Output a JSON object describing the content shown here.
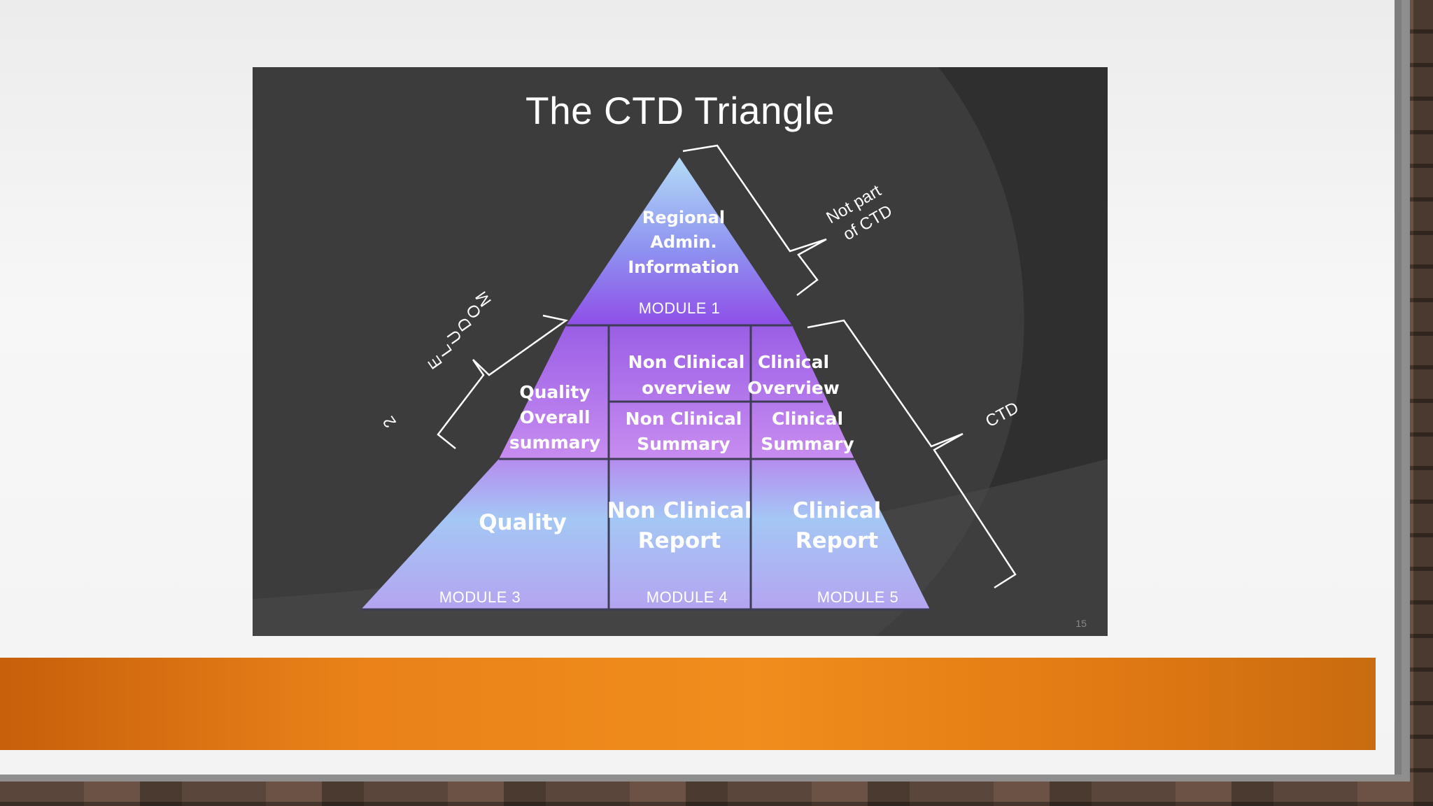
{
  "slide": {
    "title": "The CTD Triangle",
    "page_number": "15"
  },
  "pyramid": {
    "apex": {
      "line1": "Regional",
      "line2": "Admin.",
      "line3": "Information",
      "module": "MODULE 1"
    },
    "module2_cells": {
      "quality_overall_summary": [
        "Quality",
        "Overall",
        "summary"
      ],
      "nonclinical_overview": [
        "Non Clinical",
        "overview"
      ],
      "clinical_overview": [
        "Clinical",
        "Overview"
      ],
      "nonclinical_summary": [
        "Non Clinical",
        "Summary"
      ],
      "clinical_summary": [
        "Clinical",
        "Summary"
      ]
    },
    "base_cells": {
      "quality": "Quality",
      "nonclinical_report": [
        "Non Clinical",
        "Report"
      ],
      "clinical_report": [
        "Clinical",
        "Report"
      ]
    },
    "base_modules": [
      "MODULE 3",
      "MODULE 4",
      "MODULE 5"
    ]
  },
  "brackets": {
    "not_part": [
      "Not  part",
      "of CTD"
    ],
    "ctd": "CTD",
    "module2_letters": [
      "M",
      "O",
      "D",
      "U",
      "L",
      "E",
      "2"
    ]
  },
  "colors": {
    "panel_bg": "#3c3c3c",
    "accent_orange": "#ea841a",
    "pyramid_top": "#a9d4f5",
    "pyramid_purple": "#9b6ae8"
  }
}
